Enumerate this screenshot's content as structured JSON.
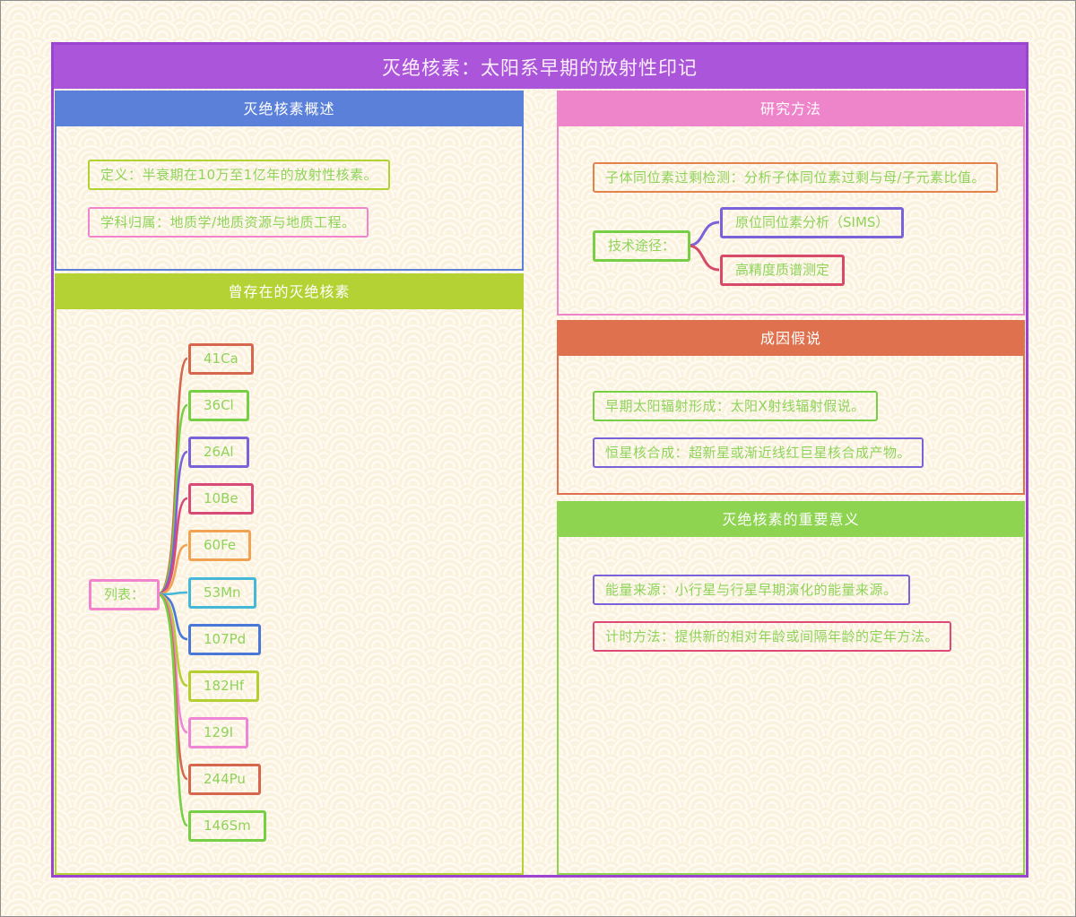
{
  "banner": {
    "title": "灭绝核素：太阳系早期的放射性印记",
    "bg": "#aa55da",
    "map_border": "#9d43d1"
  },
  "sections": {
    "overview": {
      "header": "灭绝核素概述",
      "color": "#5b80d9",
      "items": [
        {
          "text": "定义：半衰期在10万至1亿年的放射性核素。",
          "border": "#b3d232"
        },
        {
          "text": "学科归属：地质学/地质资源与地质工程。",
          "border": "#f283cd"
        }
      ]
    },
    "nuclides": {
      "header": "曾存在的灭绝核素",
      "color": "#b5d234",
      "root": {
        "label": "列表：",
        "border": "#f283cd"
      },
      "items": [
        {
          "label": "41Ca",
          "color": "#d4674d"
        },
        {
          "label": "36Cl",
          "color": "#76cf45"
        },
        {
          "label": "26Al",
          "color": "#7a62d8"
        },
        {
          "label": "10Be",
          "color": "#d84a78"
        },
        {
          "label": "60Fe",
          "color": "#f0a352"
        },
        {
          "label": "53Mn",
          "color": "#45b8d8"
        },
        {
          "label": "107Pd",
          "color": "#4a78d8"
        },
        {
          "label": "182Hf",
          "color": "#b5cf33"
        },
        {
          "label": "129I",
          "color": "#ef86d5"
        },
        {
          "label": "244Pu",
          "color": "#d4674d"
        },
        {
          "label": "146Sm",
          "color": "#76cf45"
        }
      ]
    },
    "methods": {
      "header": "研究方法",
      "color": "#ee85cb",
      "detection": {
        "text": "子体同位素过剩检测：分析子体同位素过剩与母/子元素比值。",
        "border": "#e5814d"
      },
      "root": {
        "label": "技术途径：",
        "border": "#76cf45"
      },
      "children": [
        {
          "label": "原位同位素分析（SIMS）",
          "border": "#7a62d8",
          "connector": "#7a62d8"
        },
        {
          "label": "高精度质谱测定",
          "border": "#d84a6a",
          "connector": "#d84a6a"
        }
      ]
    },
    "hypotheses": {
      "header": "成因假说",
      "color": "#e0714e",
      "items": [
        {
          "text": "早期太阳辐射形成：太阳X射线辐射假说。",
          "border": "#76cf45"
        },
        {
          "text": "恒星核合成：超新星或渐近线红巨星核合成产物。",
          "border": "#7a62d8"
        }
      ]
    },
    "significance": {
      "header": "灭绝核素的重要意义",
      "color": "#8ed450",
      "items": [
        {
          "text": "能量来源：小行星与行星早期演化的能量来源。",
          "border": "#7a62d8"
        },
        {
          "text": "计时方法：提供新的相对年龄或间隔年龄的定年方法。",
          "border": "#dd4a78"
        }
      ]
    }
  },
  "colors": {
    "background": "#faf2df",
    "pattern_arc": "#fffbf2",
    "text_green": "#8fd35a",
    "header_text": "#ffffff"
  }
}
